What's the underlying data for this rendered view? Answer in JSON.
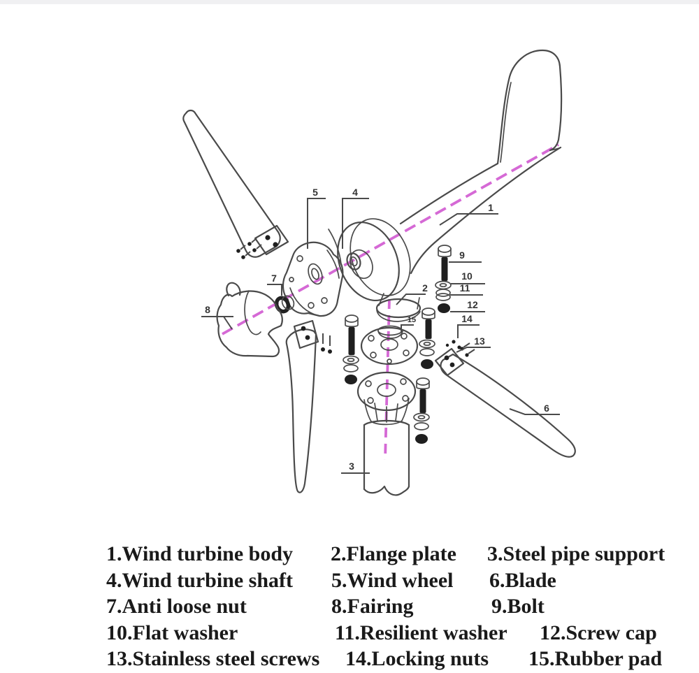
{
  "title": "Wind turbine exploded parts diagram",
  "colors": {
    "background": "#ffffff",
    "line_art": "#4a4a4a",
    "axis_magenta": "#cf54cf",
    "dark_fill": "#1f1f1f",
    "legend_text": "#1a1a1a"
  },
  "diagram": {
    "callouts": [
      "1",
      "2",
      "3",
      "4",
      "5",
      "6",
      "7",
      "8",
      "9",
      "10",
      "11",
      "12",
      "13",
      "14",
      "15"
    ]
  },
  "legend": {
    "rows": [
      {
        "cells": [
          "1.Wind turbine body",
          "2.Flange plate",
          "3.Steel pipe support"
        ]
      },
      {
        "cells": [
          "4.Wind turbine shaft",
          "5.Wind wheel",
          "6.Blade"
        ]
      },
      {
        "cells": [
          "7.Anti loose nut",
          "8.Fairing",
          "9.Bolt"
        ]
      },
      {
        "cells": [
          "10.Flat washer",
          "11.Resilient washer",
          "12.Screw cap"
        ]
      },
      {
        "cells": [
          "13.Stainless steel screws",
          "14.Locking nuts",
          "15.Rubber pad"
        ]
      }
    ]
  }
}
